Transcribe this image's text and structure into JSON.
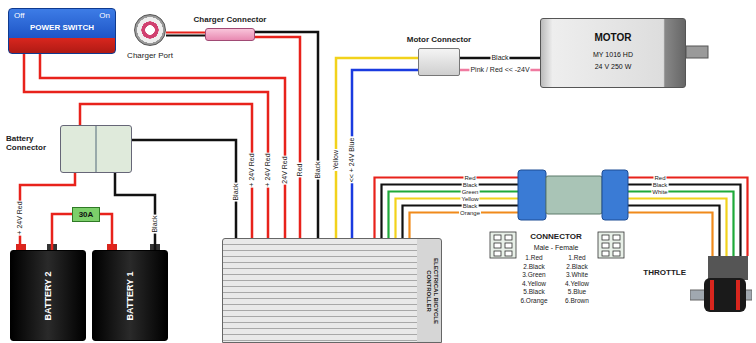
{
  "diagram": {
    "nodes": [
      {
        "text": [
          "Off",
          "On",
          "POWER SWITCH"
        ]
      },
      {
        "text": [
          "Charger Port"
        ]
      },
      {
        "text": [
          "Charger Connector"
        ]
      },
      {
        "text": [
          "Motor Connector"
        ]
      },
      {
        "text": [
          "MOTOR",
          "MY 1016 HD",
          "24 V 250 W"
        ]
      },
      {
        "text": [
          "Battery Connector"
        ]
      },
      {
        "text": [
          "30A"
        ]
      },
      {
        "text": [
          "BATTERY 2"
        ]
      },
      {
        "text": [
          "BATTERY 1"
        ]
      },
      {
        "text": [
          "ELECTRICAL BICYCLE CONTROLLER"
        ]
      },
      {
        "text": [
          "THROTTLE"
        ]
      }
    ],
    "edges": [
      {
        "from": 1,
        "to": 2,
        "arrow": "none"
      },
      {
        "from": 2,
        "to": 9,
        "label": "Black",
        "arrow": "none"
      },
      {
        "from": 2,
        "to": 9,
        "label": "Red",
        "arrow": "none"
      },
      {
        "from": 0,
        "to": 9,
        "label": "24V Red",
        "arrow": "none"
      },
      {
        "from": 0,
        "to": 9,
        "label": "+ 24V Red",
        "arrow": "none"
      },
      {
        "from": 5,
        "to": 9,
        "label": "+ 24V Red",
        "arrow": "none"
      },
      {
        "from": 5,
        "to": 9,
        "label": "Black",
        "arrow": "none"
      },
      {
        "from": 5,
        "to": 7,
        "label": "+ 24V Red",
        "arrow": "none"
      },
      {
        "from": 5,
        "to": 8,
        "label": "Black",
        "arrow": "none"
      },
      {
        "from": 7,
        "to": 6,
        "arrow": "none"
      },
      {
        "from": 6,
        "to": 8,
        "arrow": "none"
      },
      {
        "from": 9,
        "to": 3,
        "label": "Yellow",
        "arrow": "none"
      },
      {
        "from": 9,
        "to": 3,
        "label": "<< + 24V Blue",
        "arrow": "none"
      },
      {
        "from": 3,
        "to": 4,
        "label": "Black",
        "arrow": "none"
      },
      {
        "from": 3,
        "to": 4,
        "label": "Pink / Red << -24V",
        "arrow": "none"
      },
      {
        "from": 9,
        "to": 10,
        "arrow": "none"
      }
    ],
    "labels": [
      "Red",
      "Black",
      "Green",
      "Yellow",
      "Black",
      "Orange",
      "Red",
      "Black",
      "White",
      "CONNECTOR",
      "Male - Female",
      "1.Red",
      "1.Red",
      "2.Black",
      "2.Black",
      "3.Green",
      "3.White",
      "4.Yellow",
      "4.Yellow",
      "5.Black",
      "5.Blue",
      "6.Orange",
      "6.Brown"
    ]
  }
}
